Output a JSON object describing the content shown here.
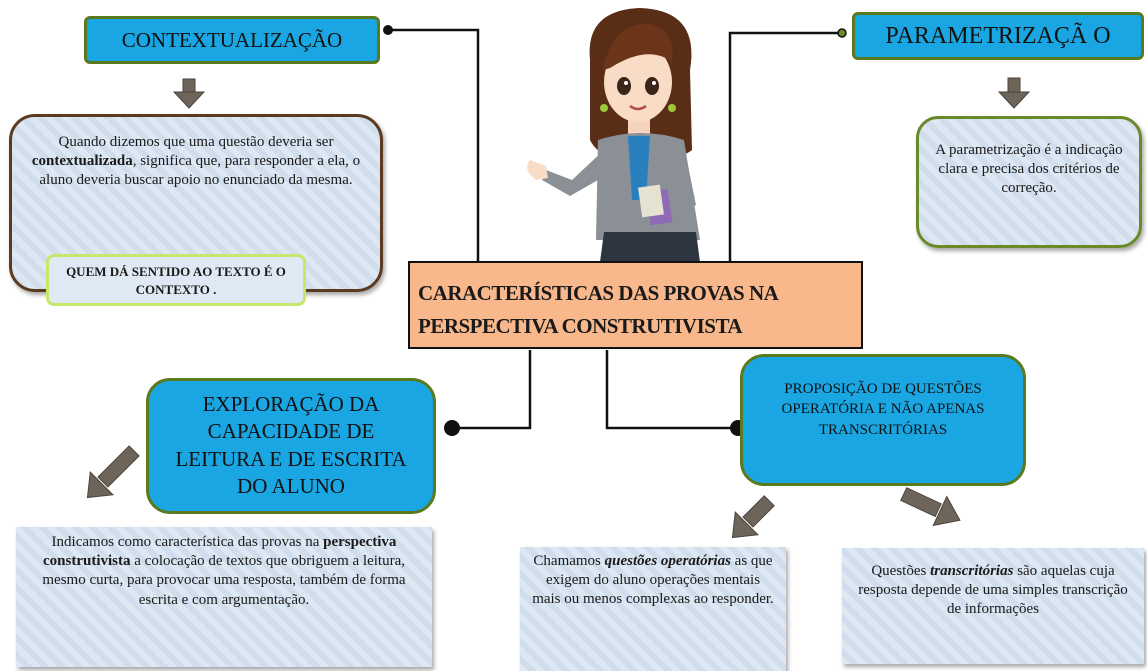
{
  "title": {
    "line1": "CARACTERÍSTICAS DAS PROVAS NA",
    "line2": "PERSPECTIVA CONSTRUTIVISTA"
  },
  "contextualizacao": {
    "heading": "CONTEXTUALIZAÇÃO",
    "body_pre": "Quando dizemos que uma questão deveria ser ",
    "body_bold": "contextualizada",
    "body_post": ", significa que, para responder a ela, o aluno deveria buscar apoio no enunciado da mesma.",
    "callout": "QUEM DÁ SENTIDO AO TEXTO É O CONTEXTO ."
  },
  "parametrizacao": {
    "heading": "PARAMETRIZAÇÃ O",
    "body": "A parametrização é a indicação clara e precisa dos critérios de correção."
  },
  "exploracao": {
    "heading": "EXPLORAÇÃO DA CAPACIDADE DE LEITURA E DE ESCRITA DO ALUNO",
    "body_pre": "Indicamos como característica das provas na ",
    "body_bold": "perspectiva construtivista",
    "body_post": " a colocação de textos que obriguem a leitura, mesmo curta, para provocar uma resposta, também de forma escrita e com argumentação."
  },
  "proposicao": {
    "heading": "PROPOSIÇÃO DE QUESTÕES OPERATÓRIA E NÃO APENAS TRANSCRITÓRIAS",
    "operatorias_pre": "Chamamos ",
    "operatorias_bold": "questões operatórias",
    "operatorias_post": " as que exigem do aluno operações mentais mais ou menos complexas ao responder.",
    "transcritorias_pre": "Questões ",
    "transcritorias_bold": "transcritórias",
    "transcritorias_post": " são aquelas cuja resposta depende de uma simples transcrição de informações"
  },
  "colors": {
    "box_blue": "#1aa6e2",
    "title_fill": "#f8b88b",
    "green_border": "#6a8a2a",
    "callout_border": "#c6e86a"
  }
}
